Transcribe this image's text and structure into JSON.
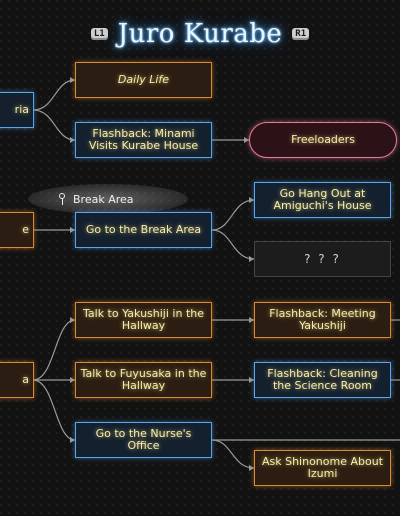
{
  "header": {
    "title": "Juro Kurabe",
    "left_key": "L1",
    "right_key": "R1"
  },
  "tooltip": {
    "label": "Break Area",
    "icon": "location-pin-icon"
  },
  "nodes": {
    "cut_left_1": "ria",
    "daily_life": "Daily Life",
    "flashback_minami": "Flashback: Minami Visits Kurabe House",
    "freeloaders": "Freeloaders",
    "cut_left_2": "e",
    "go_break_area": "Go to the Break Area",
    "go_hang_out": "Go Hang Out at Amiguchi's House",
    "unknown": "? ? ?",
    "cut_left_3": "a",
    "talk_yakushiji": "Talk to Yakushiji in the Hallway",
    "flashback_meeting": "Flashback: Meeting Yakushiji",
    "talk_fuyusaka": "Talk to Fuyusaka in the Hallway",
    "flashback_cleaning": "Flashback: Cleaning the Science Room",
    "go_nurse": "Go to the Nurse's Office",
    "ask_shinonome": "Ask Shinonome About Izumi"
  },
  "colors": {
    "background": "#121212",
    "title_glow": "#4fb2ff",
    "orange_border": "#d98a35",
    "blue_border": "#5aa6ea",
    "pink_border": "#e87a99",
    "text": "#f6ecb0",
    "line": "#9a9a9a"
  }
}
